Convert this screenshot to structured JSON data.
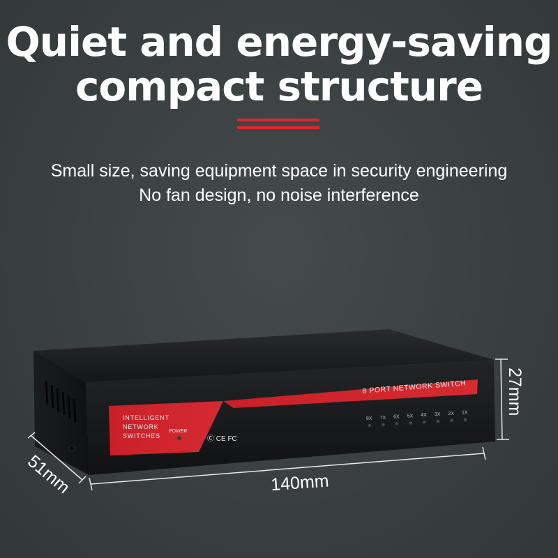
{
  "headline": {
    "line1": "Quiet and energy-saving",
    "line2": "compact structure"
  },
  "subtitle": {
    "line1": "Small size, saving equipment space in security engineering",
    "line2": "No fan design, no noise interference"
  },
  "device": {
    "banner": "8 PORT NETWORK SWITCH",
    "brand_line1": "INTELLIGENT",
    "brand_line2": "NETWORK",
    "brand_line3": "SWITCHES",
    "power_label": "POWER",
    "cert_marks": "Ⓒ CE FC",
    "ports": [
      "8X",
      "7X",
      "6X",
      "5X",
      "4X",
      "3X",
      "2X",
      "1X"
    ]
  },
  "dimensions": {
    "width": "140mm",
    "height": "27mm",
    "depth": "51mm"
  },
  "colors": {
    "accent_red": "#e0262b",
    "panel_red": "#c8202a",
    "body_dark": "#1d1e20"
  }
}
